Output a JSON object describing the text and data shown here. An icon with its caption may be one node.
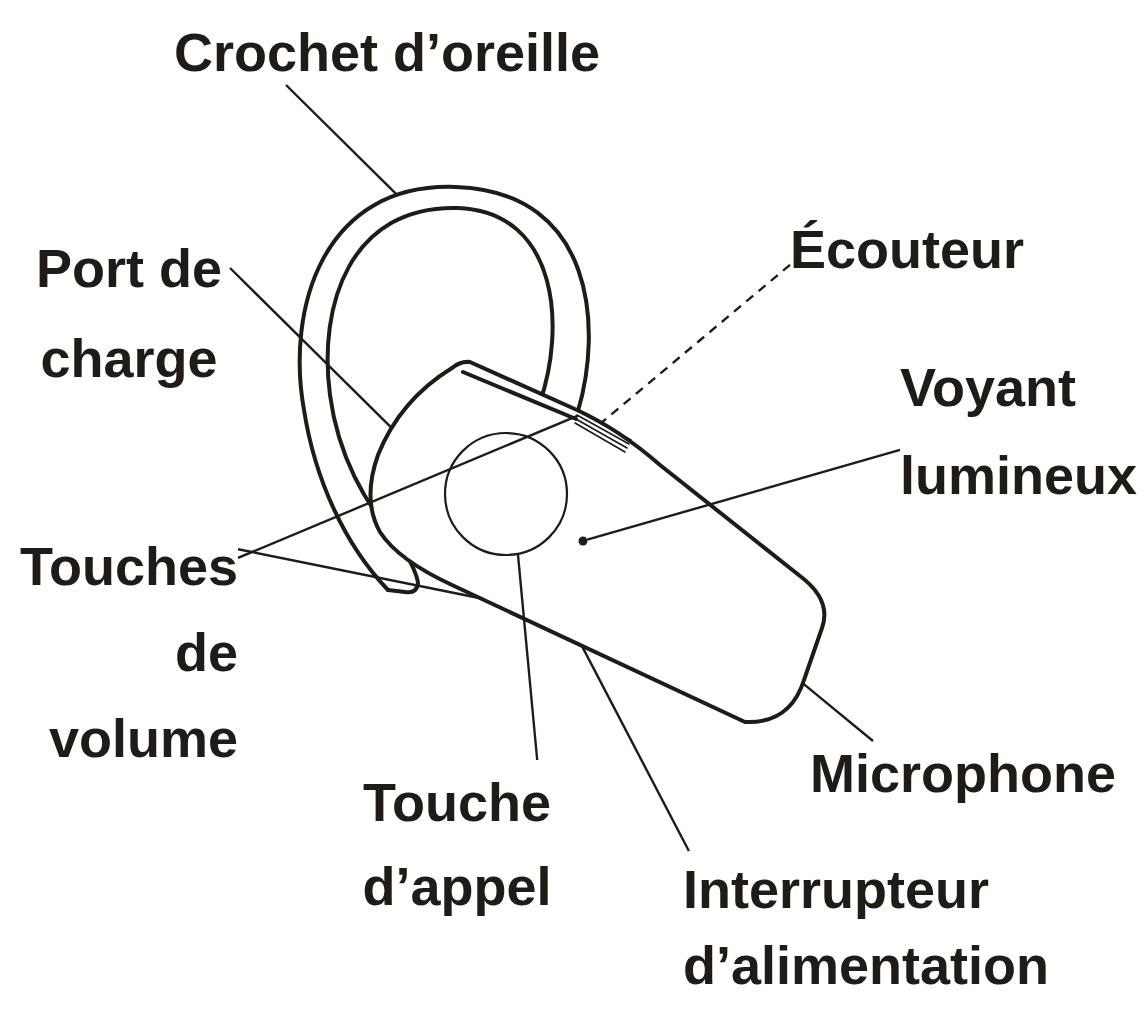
{
  "diagram": {
    "nodes": [
      {
        "text": [
          "Crochet d’oreille"
        ]
      },
      {
        "text": [
          "Port de charge"
        ]
      },
      {
        "text": [
          "Écouteur"
        ]
      },
      {
        "text": [
          "Voyant lumineux"
        ]
      },
      {
        "text": [
          "Touches de volume"
        ]
      },
      {
        "text": [
          "Microphone"
        ]
      },
      {
        "text": [
          "Touche d’appel"
        ]
      },
      {
        "text": [
          "Interrupteur d’alimentation"
        ]
      },
      {
        "text": [],
        "shape": "picture"
      },
      {
        "text": [],
        "shape": "picture"
      },
      {
        "text": [],
        "shape": "picture",
        "in": 9
      },
      {
        "text": [],
        "shape": "circle"
      },
      {
        "text": [],
        "shape": "circle"
      }
    ],
    "edges": [
      {
        "from": 0,
        "to": 8,
        "arrow": "none"
      },
      {
        "from": 1,
        "to": 9,
        "arrow": "none"
      },
      {
        "from": 2,
        "to": 10,
        "arrow": "none",
        "style": "dashed"
      },
      {
        "from": 3,
        "to": 12,
        "arrow": "none"
      },
      {
        "from": 4,
        "to": 10,
        "arrow": "none"
      },
      {
        "from": 4,
        "to": 9,
        "arrow": "none"
      },
      {
        "from": 5,
        "to": 9,
        "arrow": "none"
      },
      {
        "from": 6,
        "to": 11,
        "arrow": "none"
      },
      {
        "from": 7,
        "to": 9,
        "arrow": "none"
      }
    ]
  }
}
